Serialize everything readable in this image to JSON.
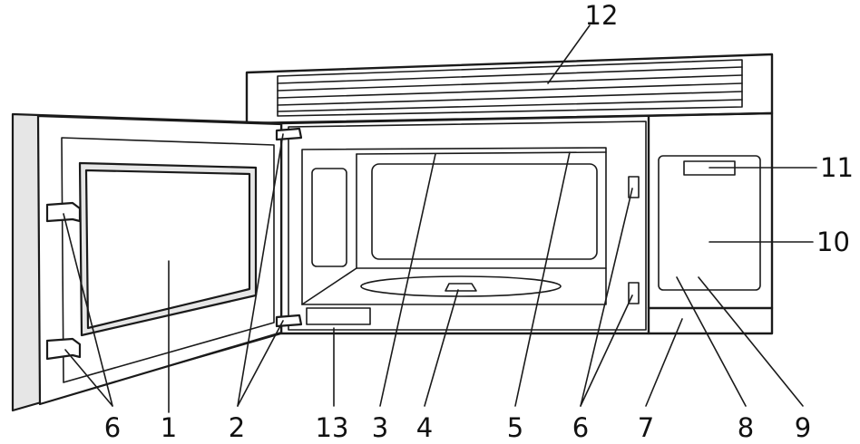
{
  "diagram": {
    "callouts": [
      {
        "id": "c1",
        "text": "1"
      },
      {
        "id": "c2",
        "text": "2"
      },
      {
        "id": "c3",
        "text": "3"
      },
      {
        "id": "c4",
        "text": "4"
      },
      {
        "id": "c5",
        "text": "5"
      },
      {
        "id": "c6a",
        "text": "6"
      },
      {
        "id": "c6b",
        "text": "6"
      },
      {
        "id": "c7",
        "text": "7"
      },
      {
        "id": "c8",
        "text": "8"
      },
      {
        "id": "c9",
        "text": "9"
      },
      {
        "id": "c10",
        "text": "10"
      },
      {
        "id": "c11",
        "text": "11"
      },
      {
        "id": "c12",
        "text": "12"
      },
      {
        "id": "c13",
        "text": "13"
      }
    ]
  }
}
